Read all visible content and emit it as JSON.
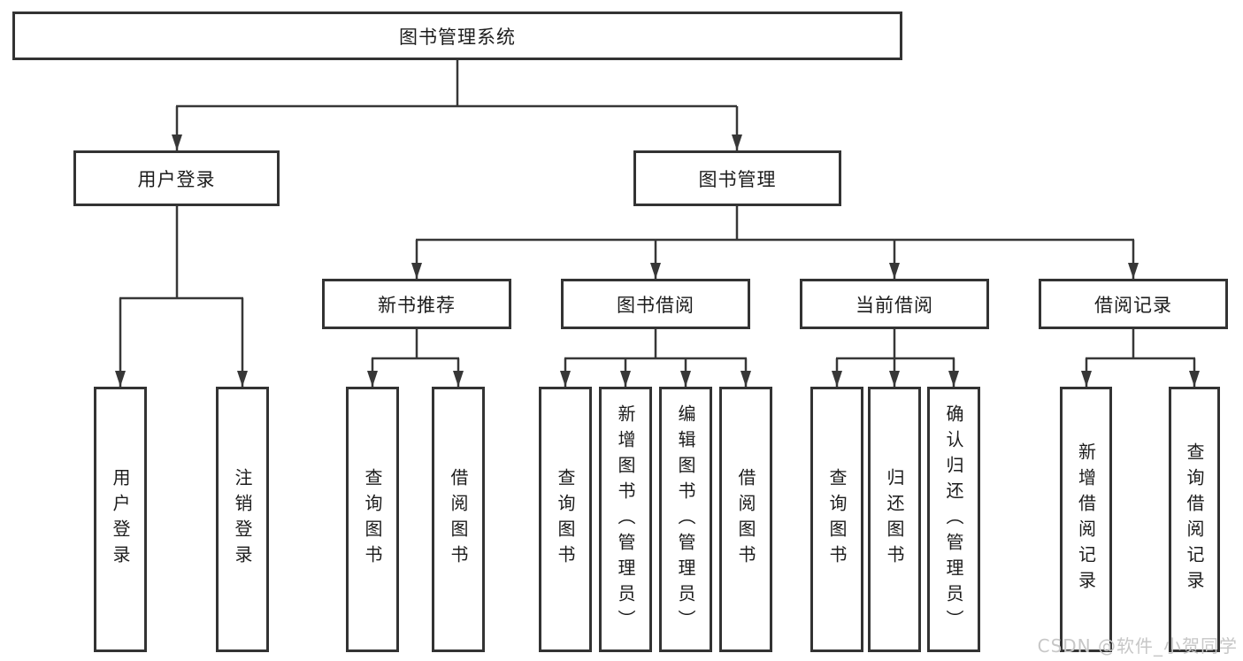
{
  "root": {
    "label": "图书管理系统"
  },
  "user": {
    "label": "用户登录",
    "children": [
      "用户登录",
      "注销登录"
    ]
  },
  "book": {
    "label": "图书管理"
  },
  "sections": [
    {
      "label": "新书推荐",
      "children": [
        "查询图书",
        "借阅图书"
      ]
    },
    {
      "label": "图书借阅",
      "children": [
        "查询图书",
        "新增图书（管理员）",
        "编辑图书（管理员）",
        "借阅图书"
      ]
    },
    {
      "label": "当前借阅",
      "children": [
        "查询图书",
        "归还图书",
        "确认归还（管理员）"
      ]
    },
    {
      "label": "借阅记录",
      "children": [
        "新增借阅记录",
        "查询借阅记录"
      ]
    }
  ],
  "watermark": "CSDN @软件_小贺同学",
  "colors": {
    "line": "#373737",
    "box_border": "#333333",
    "text": "#1c1c1c",
    "watermark": "#c7c7c7",
    "background": "#ffffff"
  }
}
